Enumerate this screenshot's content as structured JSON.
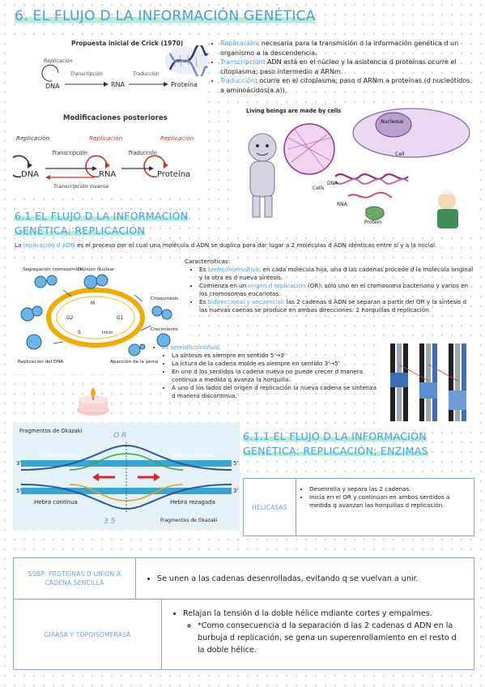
{
  "title": "6. EL FLUJO D LA INFORMACIÓN GENÉTICA",
  "crick": {
    "heading": "Propuesta inicial de Crick (1970)",
    "replicacion": "Replicación",
    "transcripcion": "Transcripción",
    "traduccion": "Traducción",
    "dna": "DNA",
    "rna": "RNA",
    "proteina": "Proteína",
    "mod_heading": "Modificaciones posteriores",
    "transcripcion_inversa": "Transcripción inversa"
  },
  "intro_bullets": [
    {
      "term": "Replicación",
      "text": ": necesaria para la transmisión d la información genética d un organismo a la descendencia."
    },
    {
      "term": "Transcripción",
      "text": ": ADN está en el núcleo y la asistencia d proteínas ocurre el citoplasma; paso intermedio a ARNm."
    },
    {
      "term": "Traducción",
      "text": ": ocurre en el citoplasma; paso d ARNm a proteínas (d nucleótidos a aminoácidos(a.a))."
    }
  ],
  "cell_fig": {
    "living": "Living beings are made by cells",
    "nucleous": "Nucleous",
    "cell": "Cell",
    "cells": "Cells",
    "dna": "DNA",
    "rna": "RNA",
    "protein": "Protein"
  },
  "s61": {
    "title": "6.1 EL FLUJO D LA INFORMACIÓN GENÉTICA: REPLICACIÓN",
    "intro_pre": "La ",
    "intro_term": "replicación d ADN",
    "intro_post": " es el proceso por el cual una molécula d ADN se duplica para dar lugar a 2 moléculas d ADN idénticas entre sí y a la inicial.",
    "caracteristicas": "Características:",
    "bullets": [
      {
        "pre": "Es ",
        "term": "semiconservativa",
        "post": ": en cada molécula hija, una d las cadenas procede d la molécula original y la otra es d nueva síntesis."
      },
      {
        "pre": "Comienza en un ",
        "term": "origen d replicación",
        "post": " (OR): sólo uno en el cromosoma bacteriano y varios en los cromosomas eucariotas."
      },
      {
        "pre": "Es ",
        "term": "bidireccional y secuencial",
        "post": ": las 2 cadenas d ADN se separan a partir del OR y la síntesis d las nuevas caenas se produce en ambas direcciones: 2 horquillas d replicación."
      }
    ],
    "semi_term": "Es semidiscontinua",
    "semi_bullets": [
      "La síntesis es siempre en sentido 5'→3'",
      "La lctura de la cadena molde es siempre en sentido 3'→5'",
      "En uno d los sentidos la cadena nueva no puede crecer d manera continua a medida q avanza la horquilla.",
      "A uno d los lados del origen d replicación la nueva cadena se sintetiza d manera discontinua."
    ]
  },
  "cycle": {
    "segregacion": "Segregación cromosómica",
    "division": "División Nuclear",
    "citoquinesis": "Citoquinesis",
    "crecimiento": "Crecimiento",
    "aparicion": "Aparición de la yema",
    "replicacion": "Replicación del DNA",
    "m": "M",
    "g2": "G2",
    "g1": "G1",
    "s": "S",
    "inicio": "Inicio"
  },
  "fork": {
    "okazaki_top": "Fragmentos de Okazaki",
    "rezagada": "Hebra rezagada",
    "continua_top": "Hebra continua",
    "continua_bottom": "Hebra continua",
    "rezagada_bottom": "Hebra rezagada",
    "okazaki_bottom": "Fragmentos de Okazaki",
    "or": "O R",
    "p3": "3'",
    "p5": "5'",
    "hw35": "3 5"
  },
  "s611": {
    "title": "6.1.1 EL FLUJO D LA INFORMACIÓN GENÉTICA: REPLICACIÓN; ENZIMAS",
    "helicasas_label": "HELICASAS",
    "helicasas_bullets": [
      "Desenrolla y separa las 2 cadenas.",
      "Inicia en el OR y continúan en ambos sentidos a medida q avanzan las horquillas d replicación."
    ]
  },
  "table": [
    {
      "label": "SSBP: PROTEÍNAS D UNIÓN A CADENA SENCILLA",
      "bullets": [
        "Se unen a las cadenas desenrolladas, evitando q se vuelvan a unir."
      ],
      "sub": []
    },
    {
      "label": "GIRASA Y TOPOISOMERASA",
      "bullets": [
        "Relajan la tensión d la doble hélice mdiante cortes y empalmes."
      ],
      "sub": [
        "*Como consecuencia d la separación d las 2 cadenas d ADN en la burbuja d replicación, se gena un superenrollamiento en el resto d la doble hélice."
      ]
    }
  ],
  "colors": {
    "accent": "#4aa3e4",
    "highlight": "#b9ecd8",
    "box": "#8da2dd",
    "dna": "#3a63b8",
    "red": "#c0392b"
  }
}
